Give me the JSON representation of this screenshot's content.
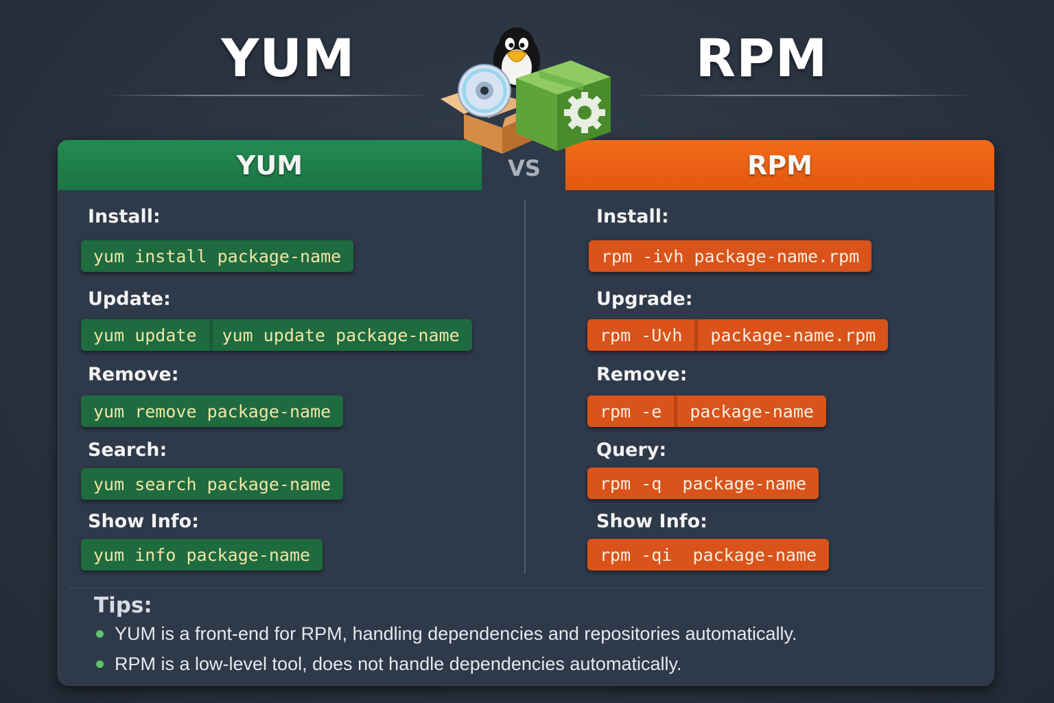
{
  "titles": {
    "left": "YUM",
    "right": "RPM"
  },
  "headers": {
    "yum": "YUM",
    "vs": "VS",
    "rpm": "RPM"
  },
  "yum": {
    "install_label": "Install:",
    "install_cmd": [
      "yum install package-name"
    ],
    "update_label": "Update:",
    "update_cmd": [
      "yum update",
      "yum update package-name"
    ],
    "remove_label": "Remove:",
    "remove_cmd": [
      "yum remove package-name"
    ],
    "search_label": "Search:",
    "search_cmd": [
      "yum search package-name"
    ],
    "info_label": "Show Info:",
    "info_cmd": [
      "yum info package-name"
    ]
  },
  "rpm": {
    "install_label": "Install:",
    "install_cmd": [
      "rpm -ivh package-name.rpm"
    ],
    "upgrade_label": "Upgrade:",
    "upgrade_cmd": [
      "rpm -Uvh",
      "package-name.rpm"
    ],
    "remove_label": "Remove:",
    "remove_cmd": [
      "rpm -e",
      "package-name"
    ],
    "query_label": "Query:",
    "query_cmd": [
      "rpm -q  package-name"
    ],
    "info_label": "Show Info:",
    "info_cmd": [
      "rpm -qi  package-name"
    ]
  },
  "tips": {
    "title": "Tips:",
    "items": [
      "YUM is a front-end for RPM, handling dependencies and repositories automatically.",
      "RPM is a low-level tool, does not handle dependencies automatically."
    ]
  },
  "colors": {
    "yum_green": "#1e6b40",
    "rpm_orange": "#d9531a",
    "background": "#2a3340"
  },
  "icons": [
    "linux-penguin-icon",
    "cd-disc-icon",
    "open-box-icon",
    "green-package-gear-icon"
  ]
}
